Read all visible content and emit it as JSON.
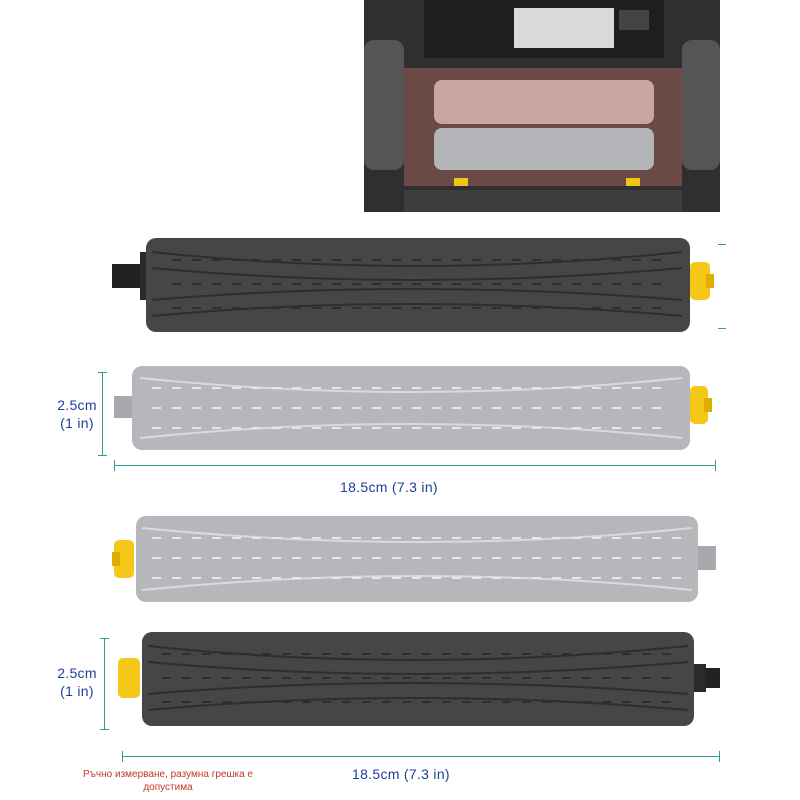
{
  "top_dimensions": {
    "height_cm": "2.5cm",
    "height_in": "(1 in)",
    "length": "18.5cm (7.3 in)"
  },
  "bottom_dimensions": {
    "height_cm": "2.5cm",
    "height_in": "(1 in)",
    "length": "18.5cm (7.3 in)"
  },
  "note": "Ръчно измерване, разумна грешка е допустима",
  "colors": {
    "dark_roller": "#464646",
    "gray_roller": "#b5b7ba",
    "cap_yellow": "#f5c818",
    "dimension_line": "#2e9e97",
    "dimension_text": "#1f3f9a",
    "note_text": "#c0392b"
  }
}
